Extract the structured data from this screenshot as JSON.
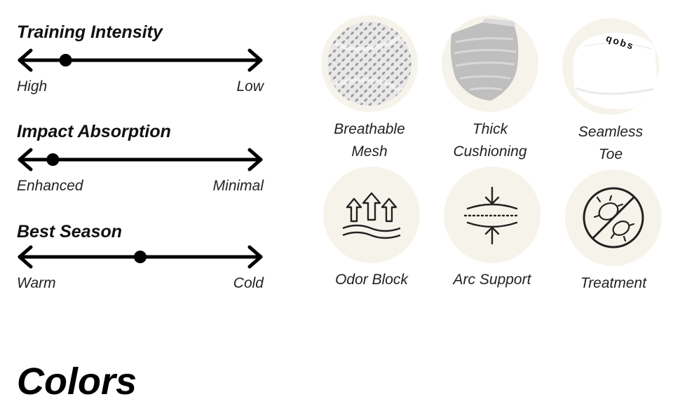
{
  "scales": [
    {
      "title": "Training Intensity",
      "left_label": "High",
      "right_label": "Low",
      "marker_position": 0.15
    },
    {
      "title": "Impact Absorption",
      "left_label": "Enhanced",
      "right_label": "Minimal",
      "marker_position": 0.09
    },
    {
      "title": "Best Season",
      "left_label": "Warm",
      "right_label": "Cold",
      "marker_position": 0.5
    }
  ],
  "features": [
    {
      "label_line1": "Breathable",
      "label_line2": "Mesh",
      "icon": "mesh-fabric-icon"
    },
    {
      "label_line1": "Thick",
      "label_line2": "Cushioning",
      "icon": "cushion-sock-icon"
    },
    {
      "label_line1": "Seamless",
      "label_line2": "Toe",
      "icon": "sock-toe-icon",
      "toe_text": "qobs"
    },
    {
      "label_line1": "Odor Block",
      "label_line2": "",
      "icon": "airflow-arrows-icon"
    },
    {
      "label_line1": "Arc Support",
      "label_line2": "",
      "icon": "compression-arrows-icon"
    },
    {
      "label_line1": "Treatment",
      "label_line2": "",
      "icon": "anti-bacteria-icon"
    }
  ],
  "colors_heading": "Colors",
  "theme": {
    "circle_bg": "#f6f3ea",
    "text": "#111111"
  }
}
